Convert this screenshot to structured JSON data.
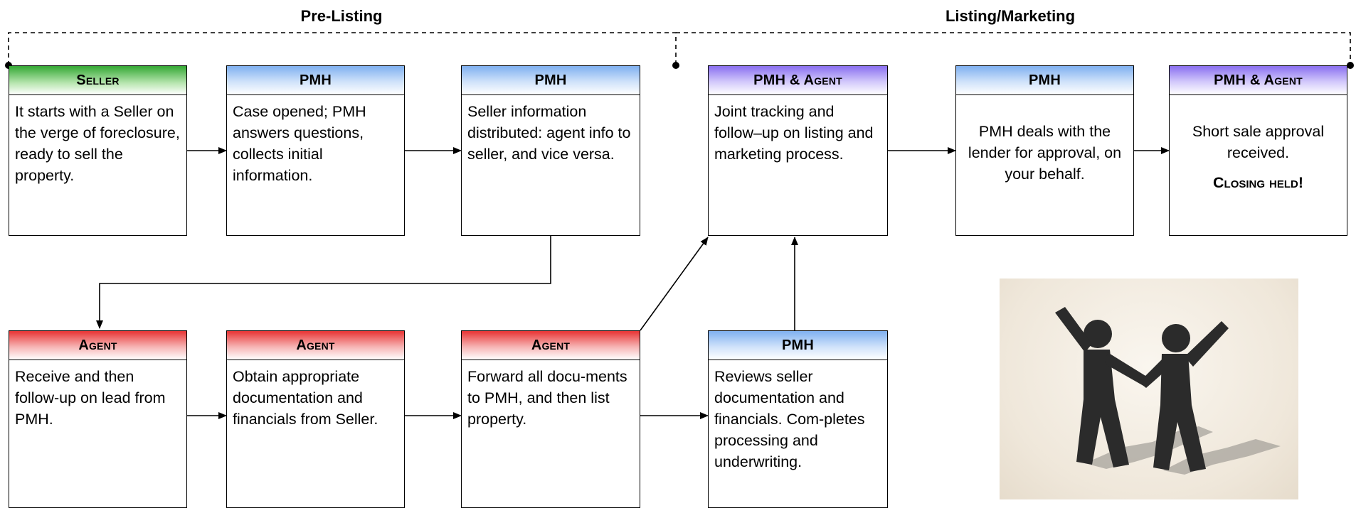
{
  "phases": {
    "pre_listing": "Pre-Listing",
    "listing_marketing": "Listing/Marketing"
  },
  "steps": {
    "seller": {
      "header": "Seller",
      "text": "It starts with a Seller on the verge of foreclosure, ready to sell the property."
    },
    "pmh_1": {
      "header": "PMH",
      "text": "Case opened; PMH answers questions, collects initial information."
    },
    "pmh_2": {
      "header": "PMH",
      "text": "Seller information distributed: agent info to seller, and vice versa."
    },
    "pmh_agent_1": {
      "header": "PMH & Agent",
      "text": "Joint tracking and follow–up on listing and marketing process."
    },
    "pmh_3": {
      "header": "PMH",
      "text": "PMH deals with the lender for approval, on your behalf."
    },
    "pmh_agent_2": {
      "header": "PMH & Agent",
      "text": "Short sale approval received.",
      "closing": "Closing held!"
    },
    "agent_1": {
      "header": "Agent",
      "text": "Receive and then follow-up on lead from PMH."
    },
    "agent_2": {
      "header": "Agent",
      "text": "Obtain appropriate documentation and financials from Seller."
    },
    "agent_3": {
      "header": "Agent",
      "text": "Forward all docu-ments to PMH, and then list property."
    },
    "pmh_4": {
      "header": "PMH",
      "text": "Reviews seller documentation and financials. Com-pletes processing and underwriting."
    }
  },
  "colors": {
    "seller": "#33a833",
    "pmh": "#7fb0f0",
    "pmh_agent": "#8a6ff0",
    "agent": "#e83434"
  },
  "image": {
    "subject": "two-figures-holding-hands-celebrating"
  }
}
